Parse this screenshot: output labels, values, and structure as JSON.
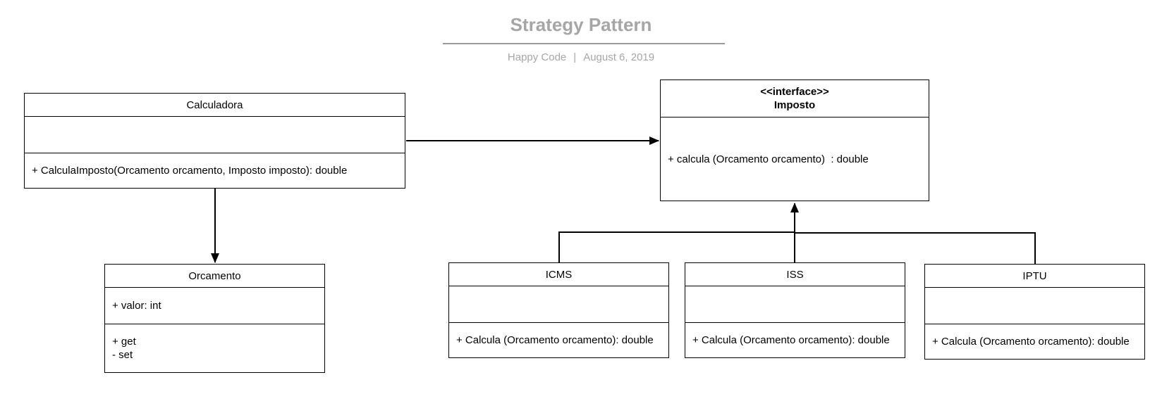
{
  "diagram": {
    "title": "Strategy Pattern",
    "author": "Happy Code",
    "separator": "|",
    "date": "August 6, 2019"
  },
  "classes": {
    "calculadora": {
      "name": "Calculadora",
      "attributes": [],
      "methods": [
        "+ CalculaImposto(Orcamento orcamento, Imposto imposto): double"
      ]
    },
    "imposto": {
      "stereotype": "<<interface>>",
      "name": "Imposto",
      "methods": [
        "+ calcula (Orcamento orcamento)  : double"
      ]
    },
    "orcamento": {
      "name": "Orcamento",
      "attributes": [
        "+ valor: int"
      ],
      "methods": [
        "+ get",
        "- set"
      ]
    },
    "icms": {
      "name": "ICMS",
      "attributes": [],
      "methods": [
        "+ Calcula (Orcamento orcamento): double"
      ]
    },
    "iss": {
      "name": "ISS",
      "attributes": [],
      "methods": [
        "+ Calcula (Orcamento orcamento): double"
      ]
    },
    "iptu": {
      "name": "IPTU",
      "attributes": [],
      "methods": [
        "+ Calcula (Orcamento orcamento): double"
      ]
    }
  }
}
